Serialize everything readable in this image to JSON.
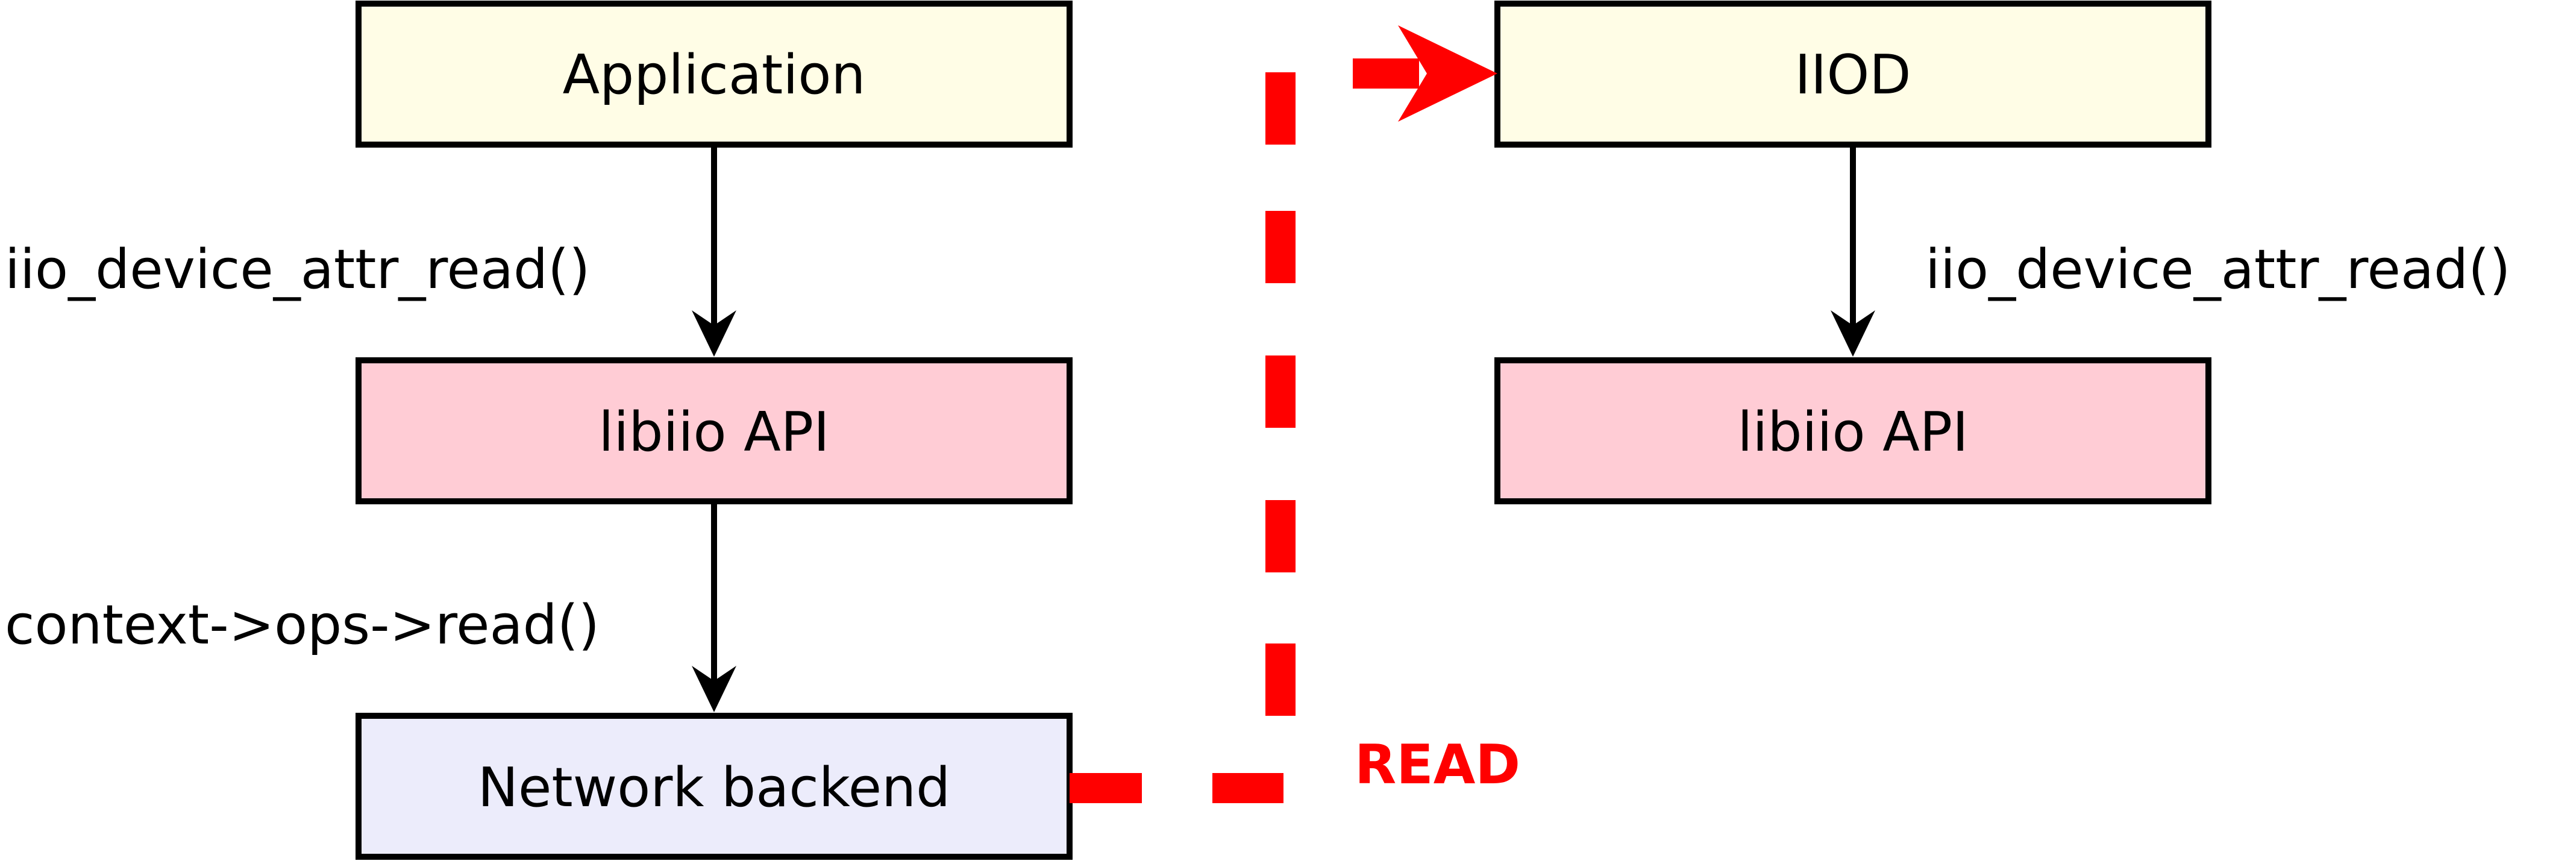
{
  "colors": {
    "box_border": "#000000",
    "application_fill": "#fffde6",
    "iiod_fill": "#fffde6",
    "libiio_fill": "#ffccd5",
    "network_fill": "#ececfb",
    "read_path": "#ff0000"
  },
  "left": {
    "application_label": "Application",
    "libiio_label": "libiio API",
    "network_label": "Network backend",
    "call1_label": "iio_device_attr_read()",
    "call2_label": "context->ops->read()"
  },
  "right": {
    "iiod_label": "IIOD",
    "libiio_label": "libiio API",
    "call_label": "iio_device_attr_read()"
  },
  "read_label": "READ"
}
